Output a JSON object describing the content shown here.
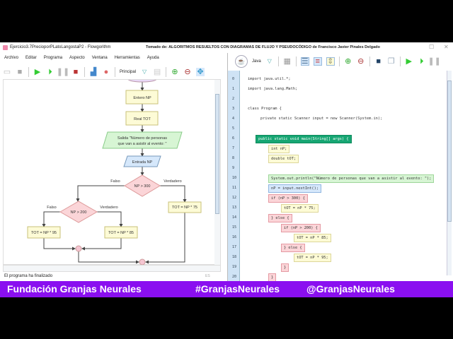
{
  "window_title": "Ejercicio3.7PrecioporPLatoLangostaP2 - Flowgorithm",
  "source_caption": "Tomado de:  ALGORITMOS  RESUELTOS CON DIAGRAMAS  DE FLUJO Y PSEUDOCÓDIGO   de  Francisco Javier Pinales Delgado",
  "menu": [
    "Archivo",
    "Editar",
    "Programa",
    "Aspecto",
    "Ventana",
    "Herramientas",
    "Ayuda"
  ],
  "toolbar": {
    "function_select": "Principal",
    "language_select": "Java"
  },
  "flowchart": {
    "declare1": "Entero NP",
    "declare2": "Real TOT",
    "output_line1": "Salida \"Número de personas",
    "output_line2": "que van a asistir al evento: \"",
    "input": "Entrada NP",
    "cond1": "NP > 300",
    "cond1_false": "Falso",
    "cond1_true": "Verdadero",
    "cond2": "NP > 200",
    "cond2_false": "Falso",
    "cond2_true": "Verdadero",
    "assign95": "TOT = NP * 95",
    "assign85": "TOT = NP * 85",
    "assign75": "TOT = NP * 75"
  },
  "status": "El programa ha finalizado",
  "status_lang": "ES",
  "code_lines": [
    {
      "n": "0",
      "text": "import java.util.*;"
    },
    {
      "n": "1",
      "text": "import java.lang.Math;"
    },
    {
      "n": "2",
      "text": ""
    },
    {
      "n": "3",
      "text": "class Program {"
    },
    {
      "n": "4",
      "text": "private static Scanner input = new Scanner(System.in);"
    },
    {
      "n": "5",
      "text": ""
    },
    {
      "n": "6",
      "text": "public static void main(String[] args) {"
    },
    {
      "n": "7",
      "text": "int nP;"
    },
    {
      "n": "8",
      "text": "double tOT;"
    },
    {
      "n": "9",
      "text": ""
    },
    {
      "n": "10",
      "text": "System.out.println(\"Número de personas que van a asistir al evento: \");"
    },
    {
      "n": "11",
      "text": "nP = input.nextInt();"
    },
    {
      "n": "12",
      "text": "if (nP > 300) {"
    },
    {
      "n": "13",
      "text": "tOT = nP * 75;"
    },
    {
      "n": "14",
      "text": "} else {"
    },
    {
      "n": "15",
      "text": "if (nP > 200) {"
    },
    {
      "n": "16",
      "text": "tOT = nP * 85;"
    },
    {
      "n": "17",
      "text": "} else {"
    },
    {
      "n": "18",
      "text": "tOT = nP * 95;"
    },
    {
      "n": "19",
      "text": "}"
    },
    {
      "n": "20",
      "text": "}"
    }
  ],
  "banner": {
    "org": "Fundación Granjas Neurales",
    "hashtag": "#GranjasNeurales",
    "handle": "@GranjasNeurales"
  },
  "colors": {
    "banner": "#8a0ff0",
    "main_block": "#17a673",
    "declare": "#fdfbd6",
    "decision": "#fbd5d8",
    "output": "#d7f5d4",
    "input": "#d6e8fb"
  }
}
